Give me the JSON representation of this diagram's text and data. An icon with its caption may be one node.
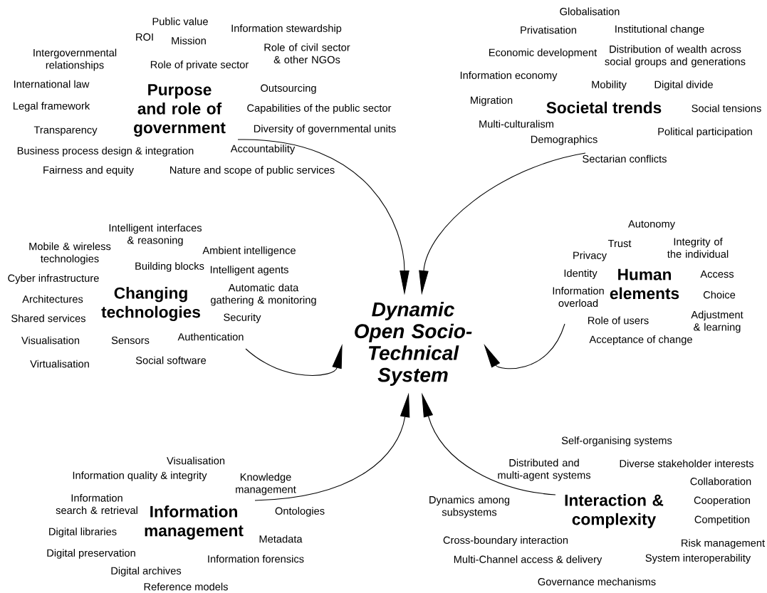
{
  "diagram": {
    "nodes": [
      {
        "text": [
          "Purpose and role of government"
        ]
      },
      {
        "text": [
          "Societal trends"
        ]
      },
      {
        "text": [
          "Changing technologies"
        ]
      },
      {
        "text": [
          "Dynamic Open Socio-Technical System"
        ]
      },
      {
        "text": [
          "Human elements"
        ]
      },
      {
        "text": [
          "Information management"
        ]
      },
      {
        "text": [
          "Interaction & complexity"
        ]
      }
    ],
    "edges": [
      {
        "from": 0,
        "to": 3,
        "arrow": "to"
      },
      {
        "from": 1,
        "to": 3,
        "arrow": "to"
      },
      {
        "from": 2,
        "to": 3,
        "arrow": "to"
      },
      {
        "from": 4,
        "to": 3,
        "arrow": "to"
      },
      {
        "from": 5,
        "to": 3,
        "arrow": "to"
      },
      {
        "from": 6,
        "to": 3,
        "arrow": "to"
      }
    ],
    "labels": [
      "Public value",
      "ROI",
      "Mission",
      "Information stewardship",
      "Intergovernmental relationships",
      "Role of civil sector & other NGOs",
      "Role of private sector",
      "International law",
      "Outsourcing",
      "Legal framework",
      "Capabilities of the public sector",
      "Transparency",
      "Diversity of governmental units",
      "Business process design & integration",
      "Accountability",
      "Fairness and equity",
      "Nature and scope of public services",
      "Globalisation",
      "Privatisation",
      "Institutional change",
      "Economic development",
      "Distribution of wealth across social groups and generations",
      "Information economy",
      "Mobility",
      "Digital divide",
      "Migration",
      "Social tensions",
      "Multi-culturalism",
      "Political participation",
      "Demographics",
      "Sectarian conflicts",
      "Intelligent interfaces & reasoning",
      "Mobile & wireless technologies",
      "Ambient intelligence",
      "Building blocks",
      "Intelligent agents",
      "Cyber infrastructure",
      "Architectures",
      "Automatic data gathering & monitoring",
      "Shared services",
      "Security",
      "Authentication",
      "Visualisation",
      "Sensors",
      "Social software",
      "Virtualisation",
      "Autonomy",
      "Trust",
      "Integrity of the individual",
      "Privacy",
      "Identity",
      "Access",
      "Information overload",
      "Choice",
      "Role of users",
      "Adjustment & learning",
      "Acceptance of change",
      "Visualisation",
      "Information quality & integrity",
      "Knowledge management",
      "Information search & retrieval",
      "Ontologies",
      "Digital libraries",
      "Metadata",
      "Digital preservation",
      "Information forensics",
      "Digital archives",
      "Reference models",
      "Self-organising systems",
      "Diverse stakeholder interests",
      "Distributed and multi-agent systems",
      "Collaboration",
      "Cooperation",
      "Dynamics among subsystems",
      "Competition",
      "Cross-boundary interaction",
      "Risk management",
      "Multi-Channel access & delivery",
      "System interoperability",
      "Governance mechanisms"
    ]
  }
}
